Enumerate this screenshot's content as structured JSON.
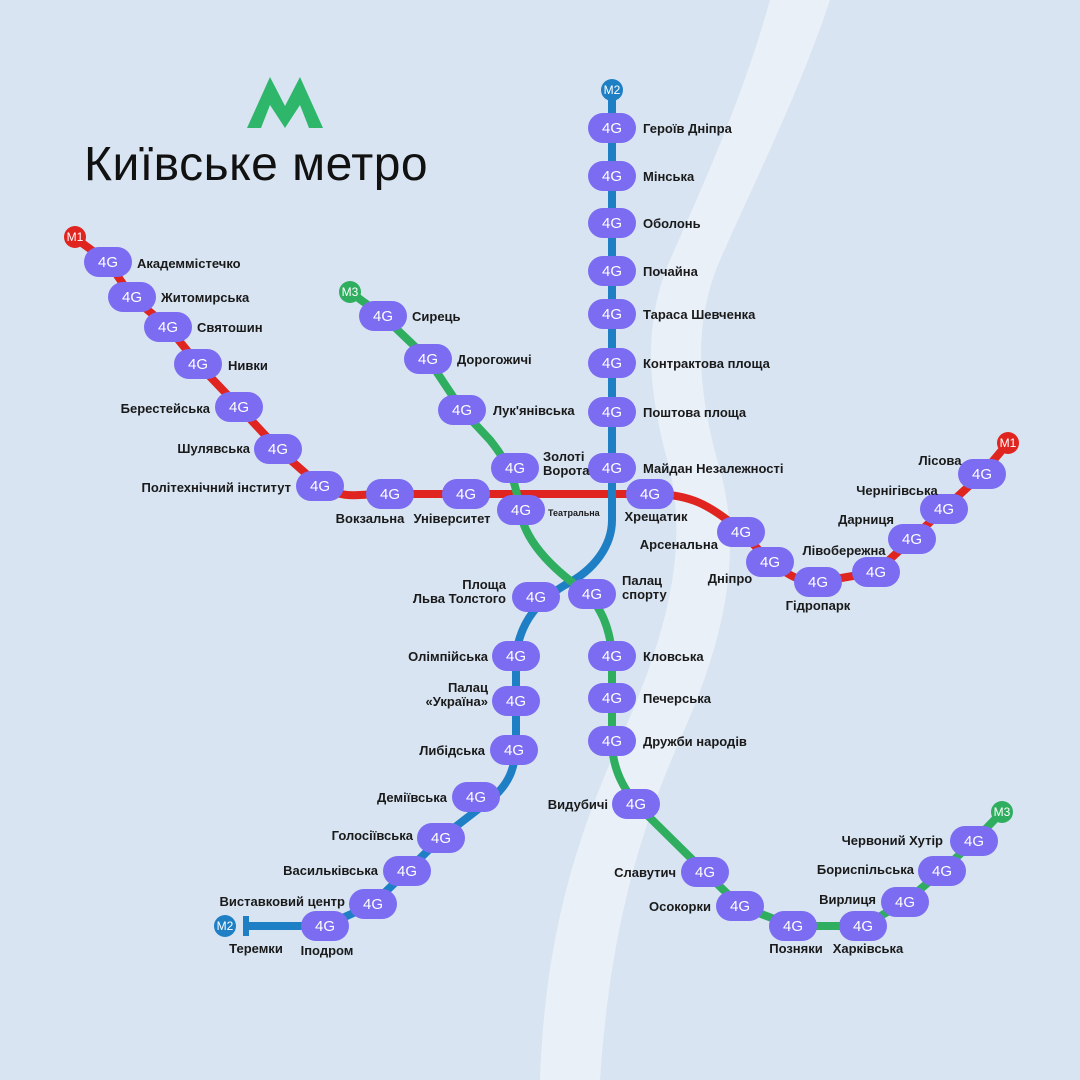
{
  "title": "Київське метро",
  "badge_text": "4G",
  "colors": {
    "background": "#d8e4f2",
    "river": "#eaf0f8",
    "logo": "#2eb66a",
    "badge": "#7b6cf2",
    "M1": "#e0241f",
    "M2": "#1f7fc4",
    "M3": "#2fae5f"
  },
  "lines": [
    {
      "id": "M1",
      "label": "M1",
      "color": "#e0241f"
    },
    {
      "id": "M2",
      "label": "M2",
      "color": "#1f7fc4"
    },
    {
      "id": "M3",
      "label": "M3",
      "color": "#2fae5f"
    }
  ],
  "stations": [
    {
      "name": "Академмістечко",
      "line": "M1"
    },
    {
      "name": "Житомирська",
      "line": "M1"
    },
    {
      "name": "Святошин",
      "line": "M1"
    },
    {
      "name": "Нивки",
      "line": "M1"
    },
    {
      "name": "Берестейська",
      "line": "M1"
    },
    {
      "name": "Шулявська",
      "line": "M1"
    },
    {
      "name": "Політехнічний інститут",
      "line": "M1"
    },
    {
      "name": "Вокзальна",
      "line": "M1"
    },
    {
      "name": "Університет",
      "line": "M1"
    },
    {
      "name": "Театральна",
      "line": "M1"
    },
    {
      "name": "Хрещатик",
      "line": "M1"
    },
    {
      "name": "Арсенальна",
      "line": "M1"
    },
    {
      "name": "Дніпро",
      "line": "M1"
    },
    {
      "name": "Гідропарк",
      "line": "M1"
    },
    {
      "name": "Лівобережна",
      "line": "M1"
    },
    {
      "name": "Дарниця",
      "line": "M1"
    },
    {
      "name": "Чернігівська",
      "line": "M1"
    },
    {
      "name": "Лісова",
      "line": "M1"
    },
    {
      "name": "Героїв Дніпра",
      "line": "M2"
    },
    {
      "name": "Мінська",
      "line": "M2"
    },
    {
      "name": "Оболонь",
      "line": "M2"
    },
    {
      "name": "Почайна",
      "line": "M2"
    },
    {
      "name": "Тараса Шевченка",
      "line": "M2"
    },
    {
      "name": "Контрактова площа",
      "line": "M2"
    },
    {
      "name": "Поштова площа",
      "line": "M2"
    },
    {
      "name": "Майдан Незалежності",
      "line": "M2"
    },
    {
      "name": "Площа\nЛьва Толстого",
      "line": "M2"
    },
    {
      "name": "Олімпійська",
      "line": "M2"
    },
    {
      "name": "Палац\n«Україна»",
      "line": "M2"
    },
    {
      "name": "Либідська",
      "line": "M2"
    },
    {
      "name": "Деміївська",
      "line": "M2"
    },
    {
      "name": "Голосіївська",
      "line": "M2"
    },
    {
      "name": "Васильківська",
      "line": "M2"
    },
    {
      "name": "Виставковий центр",
      "line": "M2"
    },
    {
      "name": "Іподром",
      "line": "M2"
    },
    {
      "name": "Теремки",
      "line": "M2"
    },
    {
      "name": "Сирець",
      "line": "M3"
    },
    {
      "name": "Дорогожичі",
      "line": "M3"
    },
    {
      "name": "Лук'янівська",
      "line": "M3"
    },
    {
      "name": "Золоті\nВорота",
      "line": "M3"
    },
    {
      "name": "Палац\nспорту",
      "line": "M3"
    },
    {
      "name": "Кловська",
      "line": "M3"
    },
    {
      "name": "Печерська",
      "line": "M3"
    },
    {
      "name": "Дружби народів",
      "line": "M3"
    },
    {
      "name": "Видубичі",
      "line": "M3"
    },
    {
      "name": "Славутич",
      "line": "M3"
    },
    {
      "name": "Осокорки",
      "line": "M3"
    },
    {
      "name": "Позняки",
      "line": "M3"
    },
    {
      "name": "Харківська",
      "line": "M3"
    },
    {
      "name": "Вирлиця",
      "line": "M3"
    },
    {
      "name": "Бориспільська",
      "line": "M3"
    },
    {
      "name": "Червоний Хутір",
      "line": "M3"
    }
  ]
}
